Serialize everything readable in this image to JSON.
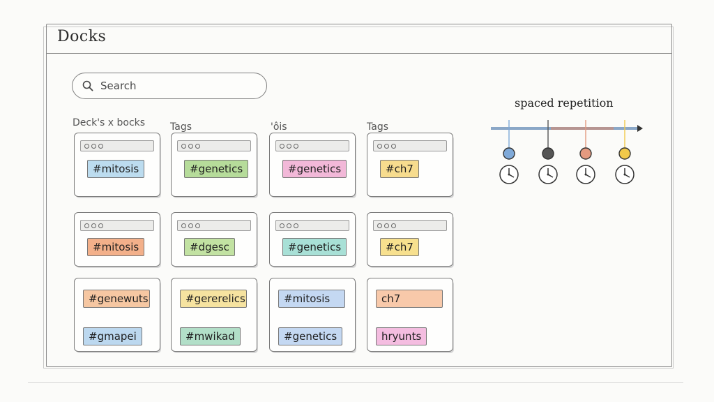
{
  "app": {
    "title": "Docks"
  },
  "search": {
    "placeholder": "Search"
  },
  "columns": [
    {
      "label": "Deck's x bocks"
    },
    {
      "label": "Tags"
    },
    {
      "label": "'ôis"
    },
    {
      "label": "Tags"
    }
  ],
  "cards": [
    {
      "tags": [
        {
          "text": "#mitosis",
          "color": "#bcdcef"
        }
      ]
    },
    {
      "tags": [
        {
          "text": "#genetics",
          "color": "#b6dc9a"
        }
      ]
    },
    {
      "tags": [
        {
          "text": "#genetics",
          "color": "#f2b8d8"
        }
      ]
    },
    {
      "tags": [
        {
          "text": "#ch7",
          "color": "#f7dc8e"
        }
      ]
    },
    {
      "tags": [
        {
          "text": "#mitosis",
          "color": "#f3b08a"
        }
      ]
    },
    {
      "tags": [
        {
          "text": "#dgesc",
          "color": "#c2e2a2"
        }
      ]
    },
    {
      "tags": [
        {
          "text": "#genetics",
          "color": "#a8e0d6"
        }
      ]
    },
    {
      "tags": [
        {
          "text": "#ch7",
          "color": "#f7e08e"
        }
      ]
    },
    {
      "tags": [
        {
          "text": "#genewuts",
          "color": "#f6c7a2"
        },
        {
          "text": "#gmapei",
          "color": "#bcd8ef"
        }
      ]
    },
    {
      "tags": [
        {
          "text": "#gererelics",
          "color": "#f6e3a0"
        },
        {
          "text": "#mwikad",
          "color": "#b2dfc8"
        }
      ]
    },
    {
      "tags": [
        {
          "text": "#mitosis",
          "color": "#c4d8f2"
        },
        {
          "text": "#genetics",
          "color": "#c4d8f2"
        }
      ]
    },
    {
      "tags": [
        {
          "text": "ch7",
          "color": "#f8c9aa"
        },
        {
          "text": "hryunts",
          "color": "#f4bde0"
        }
      ]
    }
  ],
  "timeline": {
    "title": "spaced repetition",
    "markers": [
      {
        "color": "#7fa9d8",
        "icon": "clock-icon"
      },
      {
        "color": "#555555",
        "icon": "clock-icon"
      },
      {
        "color": "#e49a80",
        "icon": "clock-icon"
      },
      {
        "color": "#f1c94a",
        "icon": "clock-icon"
      }
    ]
  }
}
